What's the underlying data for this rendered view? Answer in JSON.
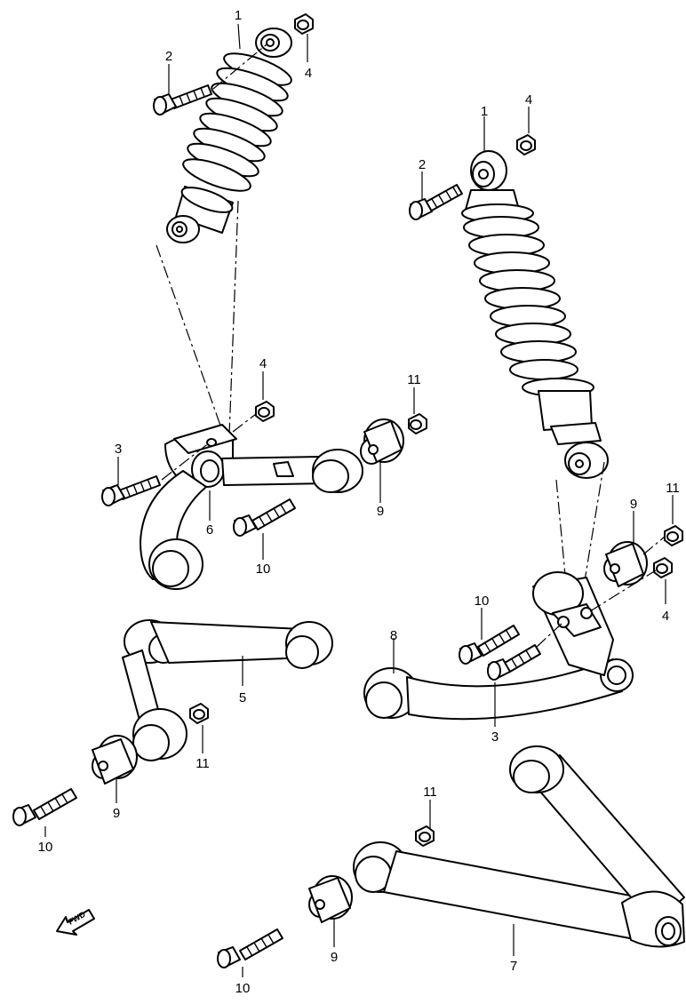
{
  "callouts": {
    "shock_absorber": "1",
    "shock_upper_bolt": "2",
    "shock_lower_bolt": "3",
    "shock_nut": "4",
    "upper_arm_left": "5",
    "upper_arm_right": "6",
    "lower_arm_left": "7",
    "lower_arm_right": "8",
    "arm_bush": "9",
    "arm_bolt": "10",
    "arm_nut": "11"
  },
  "fwd_label": "FWD",
  "colors": {
    "line": "#000000",
    "fill": "#ffffff"
  }
}
